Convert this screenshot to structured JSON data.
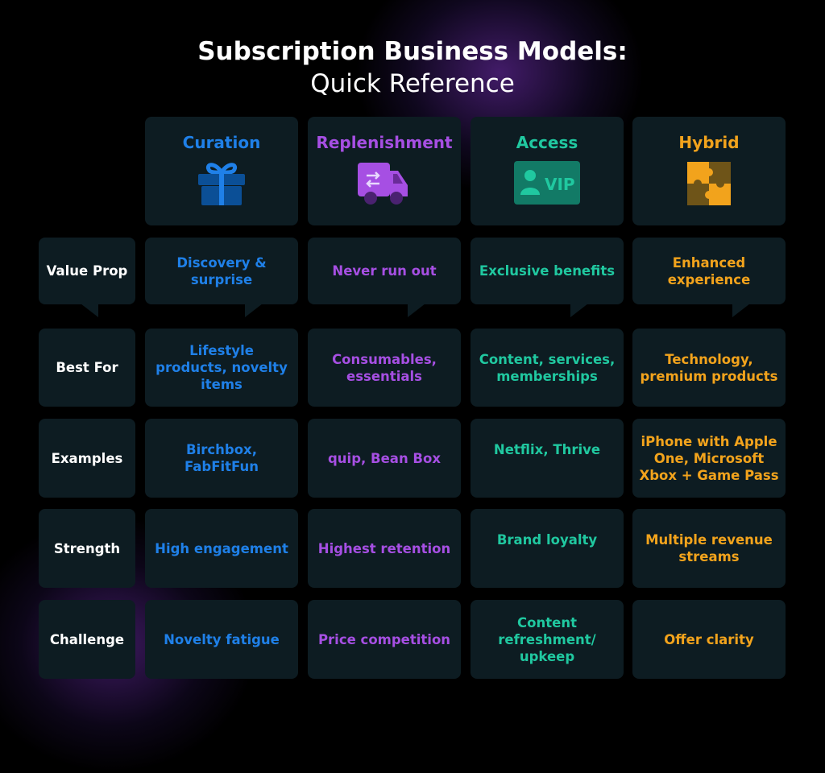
{
  "title": {
    "main": "Subscription Business Models:",
    "sub": "Quick Reference"
  },
  "colors": {
    "curation": "#1f80e8",
    "replenishment": "#a64fe3",
    "access": "#20c8a0",
    "hybrid": "#f2a31c",
    "cell": "#0d1c22"
  },
  "columns": [
    {
      "name": "Curation",
      "icon": "gift-icon"
    },
    {
      "name": "Replenishment",
      "icon": "delivery-truck-refresh-icon"
    },
    {
      "name": "Access",
      "icon": "vip-badge-icon",
      "icon_text": "VIP"
    },
    {
      "name": "Hybrid",
      "icon": "puzzle-icon"
    }
  ],
  "rows": [
    {
      "label": "Value Prop",
      "cells": [
        "Discovery & surprise",
        "Never run out",
        "Exclusive benefits",
        "Enhanced experience"
      ]
    },
    {
      "label": "Best For",
      "cells": [
        "Lifestyle products, novelty items",
        "Consumables, essentials",
        "Content, services, memberships",
        "Technology, premium products"
      ]
    },
    {
      "label": "Examples",
      "cells": [
        "Birchbox, FabFitFun",
        "quip, Bean Box",
        "Netflix, Thrive",
        "iPhone with Apple One, Microsoft Xbox + Game Pass"
      ]
    },
    {
      "label": "Strength",
      "cells": [
        "High engagement",
        "Highest retention",
        "Brand loyalty",
        "Multiple revenue streams"
      ]
    },
    {
      "label": "Challenge",
      "cells": [
        "Novelty fatigue",
        "Price competition",
        "Content refreshment/ upkeep",
        "Offer clarity"
      ]
    }
  ]
}
